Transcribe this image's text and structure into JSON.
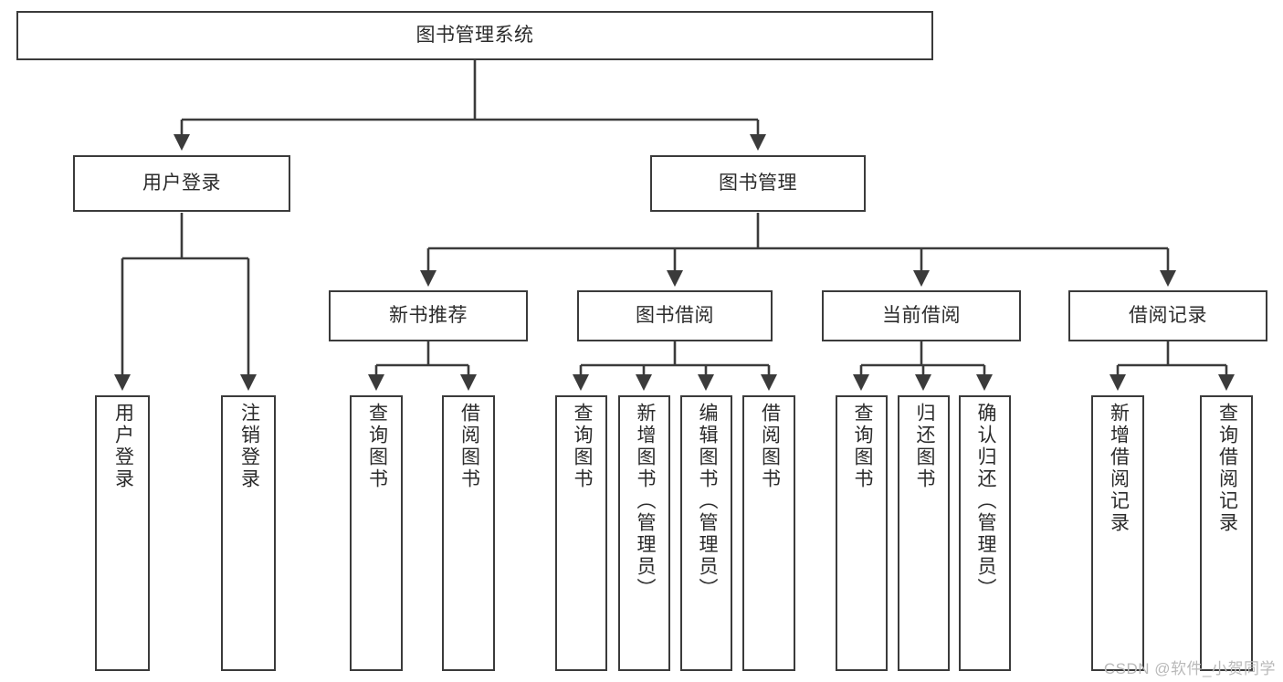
{
  "diagram": {
    "title": "图书管理系统",
    "type": "hierarchy-tree",
    "colors": {
      "background": "#ffffff",
      "node_border": "#3b3b3b",
      "node_fill": "#ffffff",
      "connector": "#3b3b3b",
      "text": "#2b2b2b",
      "watermark": "#b9b9b9"
    },
    "nodes": {
      "root": {
        "label": "图书管理系统",
        "level": 1,
        "orientation": "horizontal"
      },
      "l2": [
        {
          "id": "user-login",
          "label": "用户登录",
          "level": 2,
          "orientation": "horizontal"
        },
        {
          "id": "book-management",
          "label": "图书管理",
          "level": 2,
          "orientation": "horizontal"
        }
      ],
      "l3": [
        {
          "id": "new-book-recommend",
          "label": "新书推荐",
          "level": 3,
          "orientation": "horizontal"
        },
        {
          "id": "book-borrow",
          "label": "图书借阅",
          "level": 3,
          "orientation": "horizontal"
        },
        {
          "id": "current-borrow",
          "label": "当前借阅",
          "level": 3,
          "orientation": "horizontal"
        },
        {
          "id": "borrow-record",
          "label": "借阅记录",
          "level": 3,
          "orientation": "horizontal"
        }
      ],
      "leaves": [
        {
          "id": "leaf-user-login",
          "label": "用户登录",
          "parent": "user-login",
          "orientation": "vertical"
        },
        {
          "id": "leaf-logout-login",
          "label": "注销登录",
          "parent": "user-login",
          "orientation": "vertical"
        },
        {
          "id": "leaf-query-book-1",
          "label": "查询图书",
          "parent": "new-book-recommend",
          "orientation": "vertical"
        },
        {
          "id": "leaf-borrow-book-1",
          "label": "借阅图书",
          "parent": "new-book-recommend",
          "orientation": "vertical"
        },
        {
          "id": "leaf-query-book-2",
          "label": "查询图书",
          "parent": "book-borrow",
          "orientation": "vertical"
        },
        {
          "id": "leaf-add-book",
          "label": "新增图书（管理员）",
          "parent": "book-borrow",
          "orientation": "vertical"
        },
        {
          "id": "leaf-edit-book",
          "label": "编辑图书（管理员）",
          "parent": "book-borrow",
          "orientation": "vertical"
        },
        {
          "id": "leaf-borrow-book-2",
          "label": "借阅图书",
          "parent": "book-borrow",
          "orientation": "vertical"
        },
        {
          "id": "leaf-query-book-3",
          "label": "查询图书",
          "parent": "current-borrow",
          "orientation": "vertical"
        },
        {
          "id": "leaf-return-book",
          "label": "归还图书",
          "parent": "current-borrow",
          "orientation": "vertical"
        },
        {
          "id": "leaf-confirm-return",
          "label": "确认归还（管理员）",
          "parent": "current-borrow",
          "orientation": "vertical"
        },
        {
          "id": "leaf-add-record",
          "label": "新增借阅记录",
          "parent": "borrow-record",
          "orientation": "vertical"
        },
        {
          "id": "leaf-query-record",
          "label": "查询借阅记录",
          "parent": "borrow-record",
          "orientation": "vertical"
        }
      ]
    },
    "watermark": "CSDN @软件_小贺同学"
  }
}
